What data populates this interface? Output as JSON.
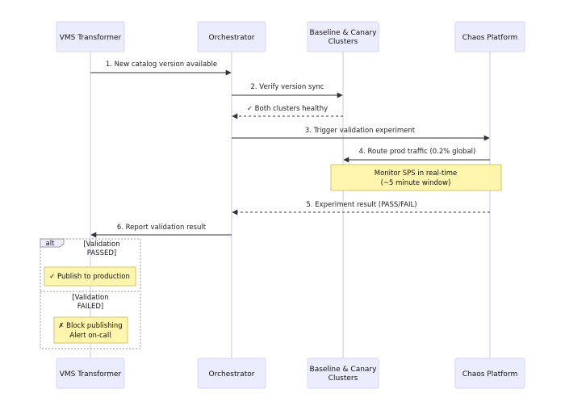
{
  "actors": [
    {
      "id": "vms",
      "lines": [
        "VMS Transformer"
      ]
    },
    {
      "id": "orc",
      "lines": [
        "Orchestrator"
      ]
    },
    {
      "id": "clusters",
      "lines": [
        "Baseline & Canary",
        "Clusters"
      ]
    },
    {
      "id": "chaos",
      "lines": [
        "Chaos Platform"
      ]
    }
  ],
  "messages": [
    {
      "text": "1. New catalog version available",
      "from": "vms",
      "to": "orc",
      "dashed": false
    },
    {
      "text": "2. Verify version sync",
      "from": "orc",
      "to": "clusters",
      "dashed": false
    },
    {
      "text": "✓ Both clusters healthy",
      "from": "clusters",
      "to": "orc",
      "dashed": true
    },
    {
      "text": "3. Trigger validation experiment",
      "from": "orc",
      "to": "chaos",
      "dashed": false
    },
    {
      "text": "4. Route prod traffic (0.2% global)",
      "from": "chaos",
      "to": "clusters",
      "dashed": false
    },
    {
      "text": "5. Experiment result (PASS/FAIL)",
      "from": "chaos",
      "to": "orc",
      "dashed": true
    },
    {
      "text": "6. Report validation result",
      "from": "orc",
      "to": "vms",
      "dashed": false
    }
  ],
  "notes": [
    {
      "lines": [
        "Monitor SPS in real-time",
        "(~5 minute window)"
      ]
    },
    {
      "lines": [
        "✓ Publish to production"
      ]
    },
    {
      "lines": [
        "✗ Block publishing",
        "Alert on-call"
      ]
    }
  ],
  "alt_block": {
    "label": "alt",
    "branch_1": [
      "[Validation",
      "PASSED]"
    ],
    "branch_2": [
      "[Validation",
      "FAILED]"
    ]
  },
  "colors": {
    "actor_fill": "#ECECFF",
    "actor_stroke": "#D4D4F5",
    "note_fill": "#FFF5AD",
    "lifeline": "#C9C9EE"
  }
}
